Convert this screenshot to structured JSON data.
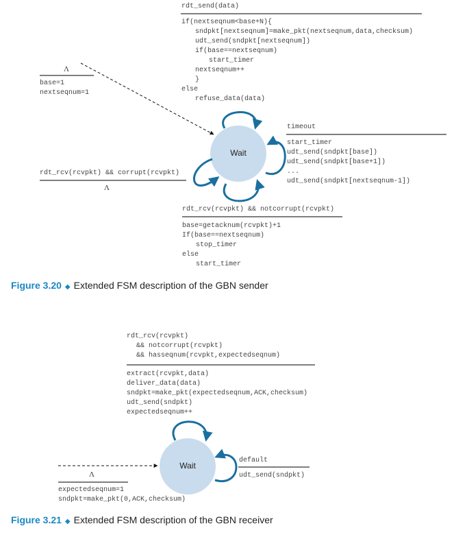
{
  "sender": {
    "state_label": "Wait",
    "init": {
      "event": "Λ",
      "actions": [
        "base=1",
        "nextseqnum=1"
      ]
    },
    "rdt_send": {
      "event": "rdt_send(data)",
      "actions": [
        "if(nextseqnum<base+N){",
        "sndpkt[nextseqnum]=make_pkt(nextseqnum,data,checksum)",
        "udt_send(sndpkt[nextseqnum])",
        "if(base==nextseqnum)",
        "start_timer",
        "nextseqnum++",
        "}",
        "else",
        "refuse_data(data)"
      ]
    },
    "timeout": {
      "event": "timeout",
      "actions": [
        "start_timer",
        "udt_send(sndpkt[base])",
        "udt_send(sndpkt[base+1])",
        "...",
        "udt_send(sndpkt[nextseqnum-1])"
      ]
    },
    "corrupt": {
      "event": "rdt_rcv(rcvpkt) && corrupt(rcvpkt)",
      "action": "Λ"
    },
    "notcorrupt": {
      "event": "rdt_rcv(rcvpkt) && notcorrupt(rcvpkt)",
      "actions": [
        "base=getacknum(rcvpkt)+1",
        "If(base==nextseqnum)",
        "stop_timer",
        "else",
        "start_timer"
      ]
    },
    "caption": {
      "figure": "Figure 3.20",
      "text": "Extended FSM description of the GBN sender"
    }
  },
  "receiver": {
    "state_label": "Wait",
    "init": {
      "event": "Λ",
      "actions": [
        "expectedseqnum=1",
        "sndpkt=make_pkt(0,ACK,checksum)"
      ]
    },
    "receive": {
      "event": [
        "rdt_rcv(rcvpkt)",
        "&& notcorrupt(rcvpkt)",
        "&& hasseqnum(rcvpkt,expectedseqnum)"
      ],
      "actions": [
        "extract(rcvpkt,data)",
        "deliver_data(data)",
        "sndpkt=make_pkt(expectedseqnum,ACK,checksum)",
        "udt_send(sndpkt)",
        "expectedseqnum++"
      ]
    },
    "default": {
      "event": "default",
      "action": "udt_send(sndpkt)"
    },
    "caption": {
      "figure": "Figure 3.21",
      "text": "Extended FSM description of the GBN receiver"
    }
  },
  "colors": {
    "arrow": "#1a6fa0",
    "state_fill": "#c9dced",
    "caption_accent": "#1a87c4"
  }
}
